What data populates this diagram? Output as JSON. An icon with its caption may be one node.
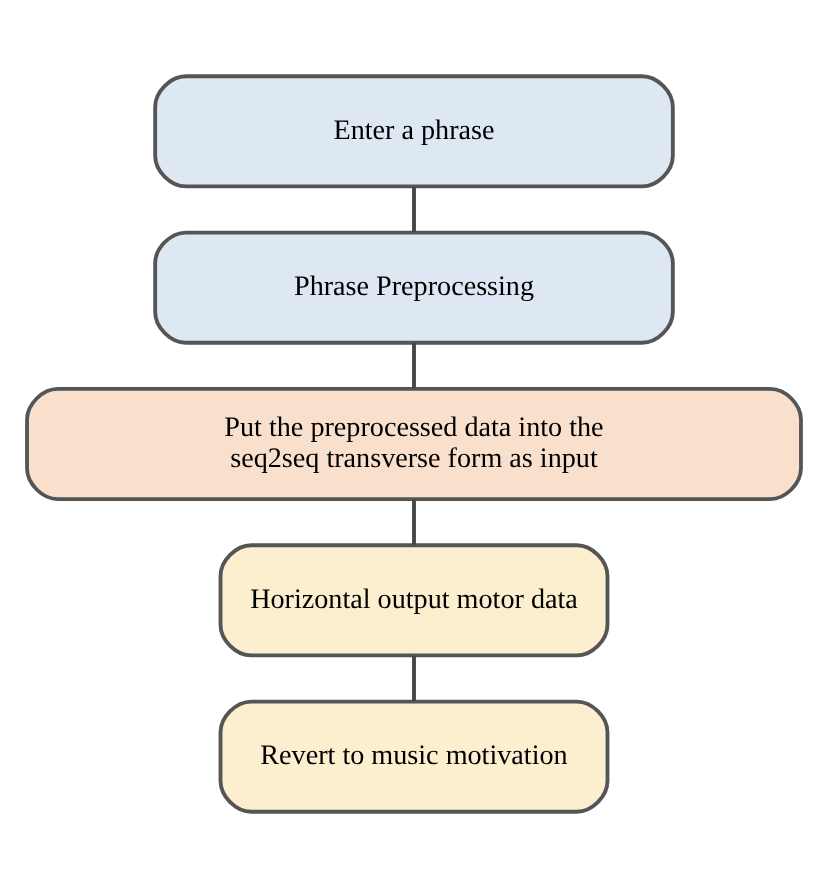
{
  "diagram": {
    "nodes": [
      {
        "text": [
          "Enter a phrase"
        ]
      },
      {
        "text": [
          "Phrase Preprocessing"
        ]
      },
      {
        "text": [
          "Put the preprocessed data into the seq2seq transverse form as input"
        ]
      },
      {
        "text": [
          "Horizontal output motor data"
        ]
      },
      {
        "text": [
          "Revert to music motivation"
        ]
      }
    ],
    "edges": [
      {
        "from": 0,
        "to": 1,
        "arrow": "none"
      },
      {
        "from": 1,
        "to": 2,
        "arrow": "none"
      },
      {
        "from": 2,
        "to": 3,
        "arrow": "none"
      },
      {
        "from": 3,
        "to": 4,
        "arrow": "none"
      }
    ]
  }
}
